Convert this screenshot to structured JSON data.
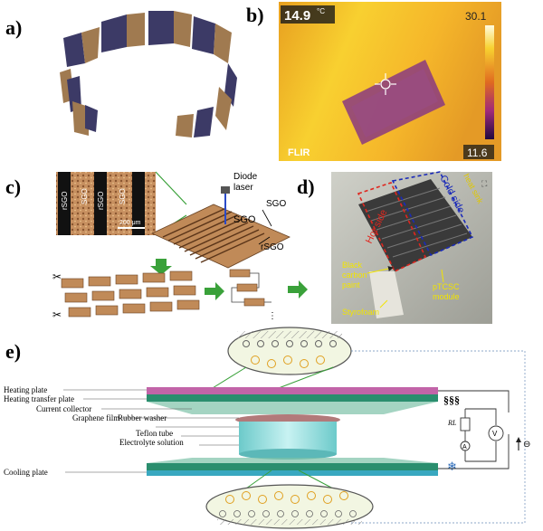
{
  "panels": {
    "a": {
      "label": "a)"
    },
    "b": {
      "label": "b)",
      "temp_reading": "14.9",
      "temp_unit": "°C",
      "scale_max": "30.1",
      "scale_min": "11.6",
      "brand": "FLIR"
    },
    "c": {
      "label": "c)",
      "diode_laser": "Diode\nlaser",
      "sgo_main": "SGO",
      "sgo_arrow": "SGO",
      "rsgo_arrow": "rSGO",
      "micro_labels": [
        "rSGO",
        "SGO",
        "rSGO",
        "SGO"
      ],
      "scale_bar": "200 μm"
    },
    "d": {
      "label": "d)",
      "hot_side": "Hot side",
      "cold_side": "Cold side",
      "heat_sink": "heat sink",
      "black_paint": "Black\ncarbon\npaint",
      "styrofoam": "Styrofoam",
      "module": "pTCSC\nmodule"
    },
    "e": {
      "label": "e)",
      "callouts": [
        "Heating plate",
        "Heating transfer plate",
        "Current collector",
        "Graphene film",
        "Rubber washer",
        "Teflon tube",
        "Electrolyte solution",
        "Cooling plate"
      ],
      "resistor_label": "RL",
      "ammeter": "A",
      "voltmeter": "V",
      "current_symbol": "⊖",
      "heat_symbol": "§§§",
      "cold_symbol": "❄"
    }
  },
  "colors": {
    "thermal_hot": "#f7c21c",
    "thermal_cool": "#7a2a78",
    "graphite": "#2e2b3e",
    "copper": "#b57a43",
    "heating_plate": "#c264a8",
    "green_plate": "#2a8e6e",
    "teal_tube": "#9ee0e0",
    "arrow_green": "#3aa13a"
  }
}
